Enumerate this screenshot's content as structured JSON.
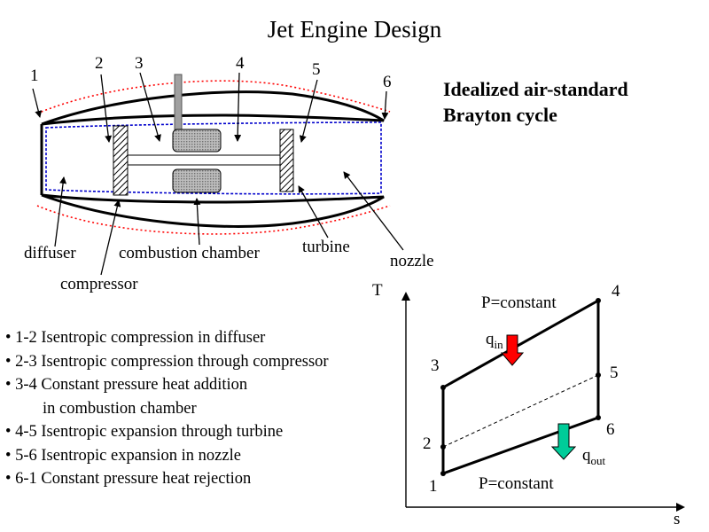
{
  "title": "Jet Engine Design",
  "cycle_title": [
    "Idealized air-standard",
    "Brayton cycle"
  ],
  "engine": {
    "stations": [
      "1",
      "2",
      "3",
      "4",
      "5",
      "6"
    ],
    "components": {
      "diffuser": "diffuser",
      "compressor": "compressor",
      "combustion_chamber": "combustion chamber",
      "turbine": "turbine",
      "nozzle": "nozzle"
    }
  },
  "steps": [
    {
      "bullet": "•",
      "text": "1-2 Isentropic compression in diffuser"
    },
    {
      "bullet": "•",
      "text": "2-3 Isentropic compression through compressor"
    },
    {
      "bullet": "•",
      "text": "3-4 Constant pressure heat addition"
    },
    {
      "bullet": "",
      "text": "in combustion chamber"
    },
    {
      "bullet": "•",
      "text": "4-5 Isentropic expansion through turbine"
    },
    {
      "bullet": "•",
      "text": "5-6 Isentropic expansion in nozzle"
    },
    {
      "bullet": "•",
      "text": "6-1 Constant pressure heat rejection"
    }
  ],
  "ts_diagram": {
    "x_axis": "s",
    "y_axis": "T",
    "isobar_top": "P=constant",
    "isobar_bottom": "P=constant",
    "heat_in": {
      "base": "q",
      "sub": "in"
    },
    "heat_out": {
      "base": "q",
      "sub": "out"
    },
    "points": [
      "1",
      "2",
      "3",
      "4",
      "5",
      "6"
    ],
    "colors": {
      "heat_in": "#ff0000",
      "heat_out": "#00cc99",
      "outline_dashed": "#ff0000",
      "flow_dashed": "#0000cc"
    }
  }
}
